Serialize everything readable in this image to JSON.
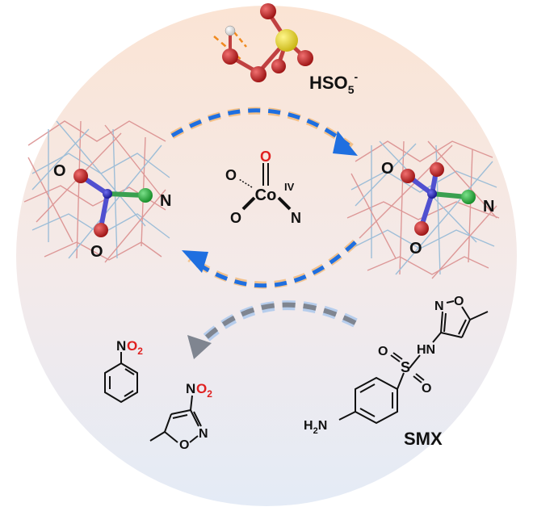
{
  "colors": {
    "arrow_blue": "#1f6fe0",
    "arrow_orange": "#f0a040",
    "arrow_gray": "#7f8590",
    "oxygen_red": "#e02020",
    "oxygen_ball": "#b01818",
    "cobalt_blue": "#2323c8",
    "nitrogen_green": "#22a83a",
    "sulfur_yellow": "#e6d62a",
    "lattice_red": "#d98a8a",
    "lattice_blue": "#8fb7d6",
    "circle_top": "#fbe4d4",
    "circle_bottom": "#e4ebf6"
  },
  "oxidant": {
    "name": "HSO",
    "sub": "5",
    "sup": "-"
  },
  "left_site": {
    "o_top": "O",
    "o_bottom": "O",
    "n": "N"
  },
  "right_site": {
    "o_top": "O",
    "o_bottom": "O",
    "n": "N"
  },
  "center_complex": {
    "o_double": "O",
    "o_left": "O",
    "o_lower": "O",
    "n": "N",
    "metal": "Co",
    "oxidation_state": "IV"
  },
  "products": {
    "nitrobenzene": {
      "n": "N",
      "o": "O",
      "sub": "2"
    },
    "nitroisoxazole": {
      "n": "N",
      "o": "O",
      "sub": "2",
      "ring_o": "O",
      "ring_n": "N"
    }
  },
  "smx": {
    "label": "SMX",
    "amine": "H",
    "amine_sub": "2",
    "amine_n": "N",
    "sulfur": "S",
    "o_top": "O",
    "o_bottom": "O",
    "nh": "HN",
    "ring_n": "N",
    "ring_o": "O"
  }
}
